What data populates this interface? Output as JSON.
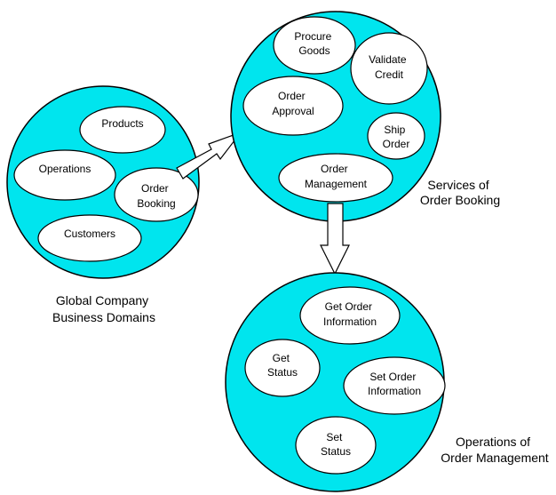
{
  "colors": {
    "circle_fill": "#00e5ee",
    "ellipse_fill": "#ffffff",
    "stroke": "#000000"
  },
  "domains": {
    "caption": [
      "Global Company",
      "Business Domains"
    ],
    "items": {
      "products": [
        "Products"
      ],
      "operations": [
        "Operations"
      ],
      "order_booking": [
        "Order",
        "Booking"
      ],
      "customers": [
        "Customers"
      ]
    }
  },
  "booking": {
    "caption": [
      "Services of",
      "Order Booking"
    ],
    "items": {
      "procure": [
        "Procure",
        "Goods"
      ],
      "validate": [
        "Validate",
        "Credit"
      ],
      "approval": [
        "Order",
        "Approval"
      ],
      "ship": [
        "Ship",
        "Order"
      ],
      "management": [
        "Order",
        "Management"
      ]
    }
  },
  "management": {
    "caption": [
      "Operations of",
      "Order Management"
    ],
    "items": {
      "get_info": [
        "Get Order",
        "Information"
      ],
      "get_status": [
        "Get",
        "Status"
      ],
      "set_info": [
        "Set Order",
        "Information"
      ],
      "set_status": [
        "Set",
        "Status"
      ]
    }
  }
}
